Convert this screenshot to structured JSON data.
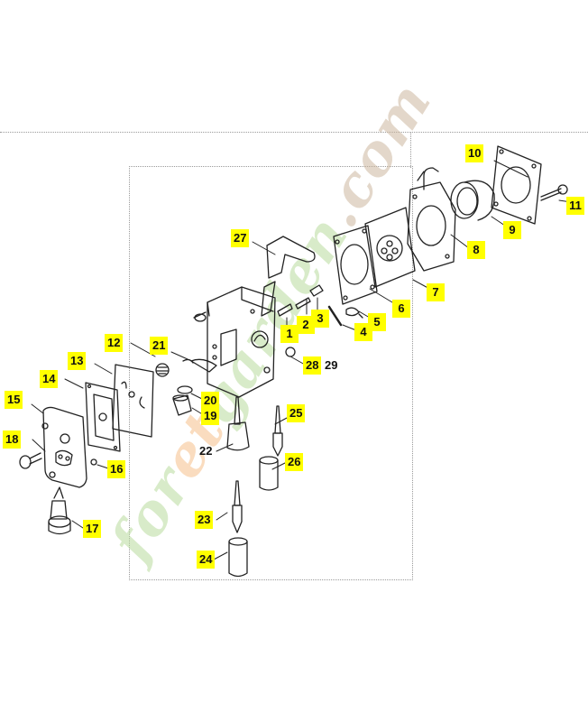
{
  "diagram": {
    "type": "exploded-parts-diagram",
    "subject": "Carburetor assembly",
    "watermark": {
      "parts": [
        {
          "text": "for",
          "tint": "green"
        },
        {
          "text": "e",
          "tint": "orange"
        },
        {
          "text": "t",
          "tint": "orange"
        },
        {
          "text": "garden",
          "tint": "green"
        },
        {
          "text": ".com",
          "tint": "brown"
        }
      ]
    },
    "colors": {
      "callout_bg": "#ffff00",
      "line_art": "#222222",
      "frame_dotted": "#9a9a9a",
      "watermark_green": "#b9dc9e",
      "watermark_orange": "#f6c08b",
      "watermark_brown": "#cdb89f"
    },
    "callouts": [
      {
        "id": "1",
        "label": "1"
      },
      {
        "id": "2",
        "label": "2"
      },
      {
        "id": "3",
        "label": "3"
      },
      {
        "id": "4",
        "label": "4"
      },
      {
        "id": "5",
        "label": "5"
      },
      {
        "id": "6",
        "label": "6"
      },
      {
        "id": "7",
        "label": "7"
      },
      {
        "id": "8",
        "label": "8"
      },
      {
        "id": "9",
        "label": "9"
      },
      {
        "id": "10",
        "label": "10"
      },
      {
        "id": "11",
        "label": "11"
      },
      {
        "id": "12",
        "label": "12"
      },
      {
        "id": "13",
        "label": "13"
      },
      {
        "id": "14",
        "label": "14"
      },
      {
        "id": "15",
        "label": "15"
      },
      {
        "id": "16",
        "label": "16"
      },
      {
        "id": "17",
        "label": "17"
      },
      {
        "id": "18",
        "label": "18"
      },
      {
        "id": "19",
        "label": "19"
      },
      {
        "id": "20",
        "label": "20"
      },
      {
        "id": "21",
        "label": "21"
      },
      {
        "id": "22",
        "label": "22"
      },
      {
        "id": "23",
        "label": "23"
      },
      {
        "id": "24",
        "label": "24"
      },
      {
        "id": "25",
        "label": "25"
      },
      {
        "id": "26",
        "label": "26"
      },
      {
        "id": "27",
        "label": "27"
      },
      {
        "id": "28",
        "label": "28"
      },
      {
        "id": "29",
        "label": "29"
      }
    ]
  }
}
